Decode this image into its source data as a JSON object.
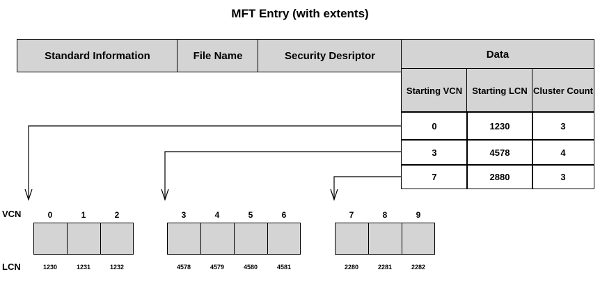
{
  "title": "MFT Entry (with extents)",
  "headers": {
    "standard_information": "Standard Information",
    "file_name": "File Name",
    "security_descriptor": "Security Desriptor",
    "data": "Data"
  },
  "data_table": {
    "columns": [
      "Starting VCN",
      "Starting LCN",
      "Cluster Count"
    ],
    "rows": [
      [
        "0",
        "1230",
        "3"
      ],
      [
        "3",
        "4578",
        "4"
      ],
      [
        "7",
        "2880",
        "3"
      ]
    ]
  },
  "labels": {
    "vcn": "VCN",
    "lcn": "LCN"
  },
  "extents": [
    {
      "vcn": [
        "0",
        "1",
        "2"
      ],
      "lcn": [
        "1230",
        "1231",
        "1232"
      ]
    },
    {
      "vcn": [
        "3",
        "4",
        "5",
        "6"
      ],
      "lcn": [
        "4578",
        "4579",
        "4580",
        "4581"
      ]
    },
    {
      "vcn": [
        "7",
        "8",
        "9"
      ],
      "lcn": [
        "2280",
        "2281",
        "2282"
      ]
    }
  ],
  "colors": {
    "fill": "#d4d4d4",
    "stroke": "#000000"
  }
}
